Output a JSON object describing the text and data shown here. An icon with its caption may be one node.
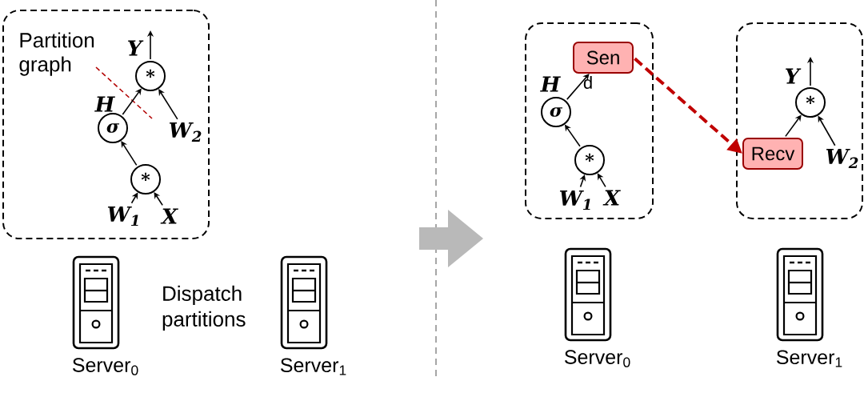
{
  "diagram": {
    "nodes": [
      {
        "text": [
          "Partition graph"
        ]
      },
      {
        "text": [
          "*"
        ],
        "in": 0
      },
      {
        "text": [
          "σ"
        ],
        "in": 0
      },
      {
        "text": [
          "*"
        ],
        "in": 0
      },
      {
        "text": [
          "W$_{2}$"
        ],
        "in": 0
      },
      {
        "text": [
          "W$_{1}$"
        ],
        "in": 0
      },
      {
        "text": [
          "X"
        ],
        "in": 0
      },
      {
        "text": [],
        "shape": "server",
        "beside": [
          "Server$_{0}$"
        ]
      },
      {
        "text": [],
        "shape": "server",
        "beside": [
          "Server$_{1}$"
        ]
      },
      {
        "text": [],
        "shape": "box"
      },
      {
        "text": [
          "Sen"
        ],
        "in": 9,
        "beside": [
          "d"
        ]
      },
      {
        "text": [
          "σ"
        ],
        "in": 9
      },
      {
        "text": [
          "*"
        ],
        "in": 9
      },
      {
        "text": [
          "W$_{1}$"
        ],
        "in": 9
      },
      {
        "text": [
          "X"
        ],
        "in": 9
      },
      {
        "text": [],
        "shape": "box"
      },
      {
        "text": [
          "*"
        ],
        "in": 15
      },
      {
        "text": [
          "Recv"
        ],
        "in": 15
      },
      {
        "text": [
          "W$_{2}$"
        ],
        "in": 15
      },
      {
        "text": [],
        "shape": "server",
        "beside": [
          "Server$_{0}$"
        ]
      },
      {
        "text": [],
        "shape": "server",
        "beside": [
          "Server$_{1}$"
        ]
      }
    ],
    "edges": [
      {
        "from": 5,
        "to": 3,
        "arrow": "to"
      },
      {
        "from": 6,
        "to": 3,
        "arrow": "to"
      },
      {
        "from": 3,
        "to": 2,
        "arrow": "to"
      },
      {
        "from": 2,
        "to": 1,
        "arrow": "to",
        "label": "H"
      },
      {
        "from": 4,
        "to": 1,
        "arrow": "to"
      },
      {
        "from": 1,
        "to": null,
        "arrow": "to",
        "label": "Y"
      },
      {
        "from": 13,
        "to": 12,
        "arrow": "to"
      },
      {
        "from": 14,
        "to": 12,
        "arrow": "to"
      },
      {
        "from": 12,
        "to": 11,
        "arrow": "to"
      },
      {
        "from": 11,
        "to": 10,
        "arrow": "to",
        "label": "H"
      },
      {
        "from": 10,
        "to": 17,
        "arrow": "to",
        "style": "dashed",
        "color": "#c00000"
      },
      {
        "from": 17,
        "to": 16,
        "arrow": "to"
      },
      {
        "from": 18,
        "to": 16,
        "arrow": "to"
      },
      {
        "from": 16,
        "to": null,
        "arrow": "to",
        "label": "Y"
      }
    ],
    "labels": [
      "Dispatch partitions"
    ]
  }
}
